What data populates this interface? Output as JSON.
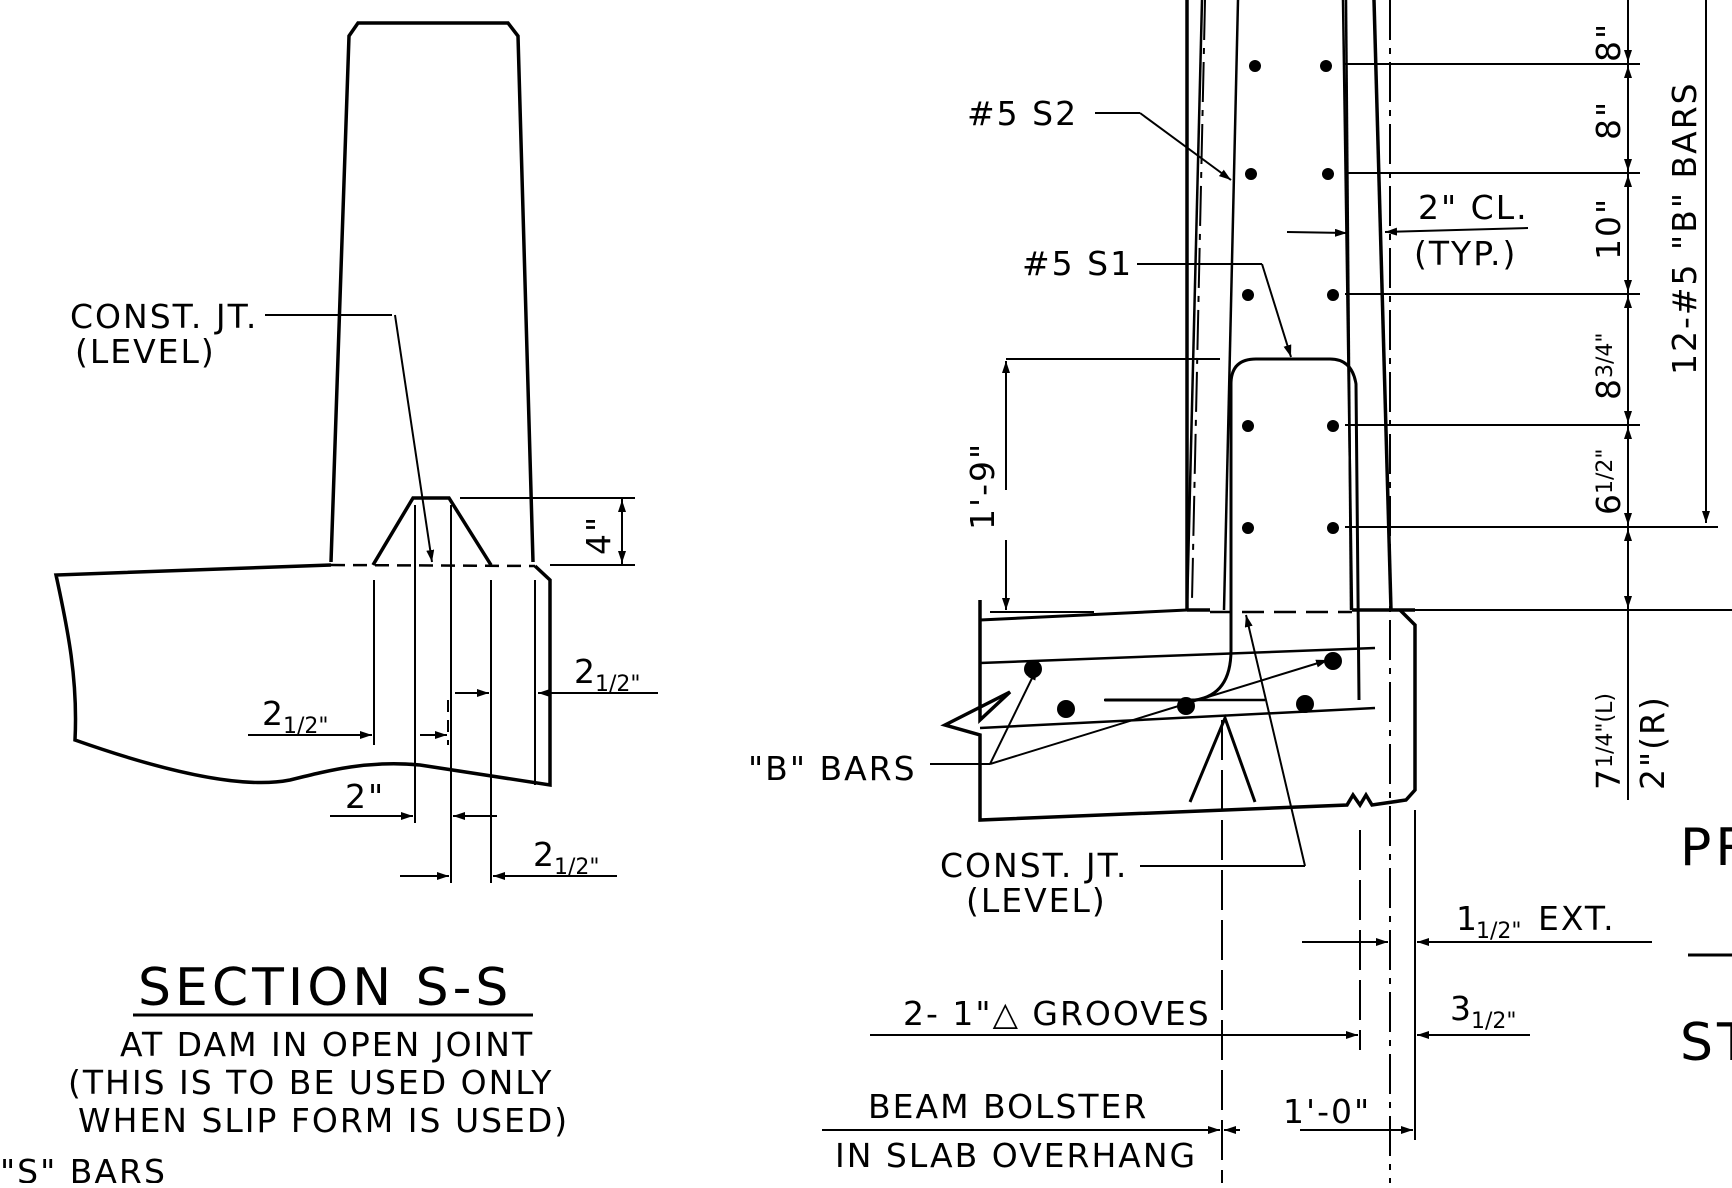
{
  "section_s": {
    "const_jt_line1": "CONST. JT.",
    "const_jt_line2": "(LEVEL)",
    "dim_4": "4\"",
    "dim_left_whole": "2",
    "dim_left_frac": "1/2\"",
    "dim_right_whole": "2",
    "dim_right_frac": "1/2\"",
    "dim_bottom_whole": "2",
    "dim_bottom_frac": "1/2\"",
    "dim_2": "2\"",
    "title": "SECTION S-S",
    "subtitle1": "AT DAM IN OPEN JOINT",
    "subtitle2": "(THIS IS TO BE USED ONLY",
    "subtitle3": "WHEN SLIP FORM IS USED)",
    "s_bars": "\"S\" BARS"
  },
  "main_section": {
    "s2_label": "#5 S2",
    "s1_label": "#5 S1",
    "b_bars": "\"B\" BARS",
    "clear_line1": "2\" CL.",
    "clear_line2": "(TYP.)",
    "dim_1_9": "1'-9\"",
    "const_jt_line1": "CONST. JT.",
    "const_jt_line2": "(LEVEL)",
    "grooves": "2- 1\"△ GROOVES",
    "beam_bolster_line1": "BEAM BOLSTER",
    "beam_bolster_line2": "IN SLAB OVERHANG",
    "dim_1_0": "1'-0\"",
    "ext_whole": "1",
    "ext_frac": "1/2\"",
    "ext_suffix": "EXT.",
    "dim_3_whole": "3",
    "dim_3_frac": "1/2\""
  },
  "vertical_dims": {
    "d8_top": "8\"",
    "d8": "8\"",
    "d10": "10\"",
    "d8_whole": "8",
    "d8_frac": "3/4\"",
    "d6_whole": "6",
    "d6_frac": "1/2\"",
    "b_bars": "12-#5 \"B\" BARS",
    "d7_whole": "7",
    "d7_frac": "1/4\"(L)",
    "d2r": "2\"(R)"
  },
  "cut_titles": {
    "pr_fragment": "PR",
    "st_fragment": "ST"
  }
}
